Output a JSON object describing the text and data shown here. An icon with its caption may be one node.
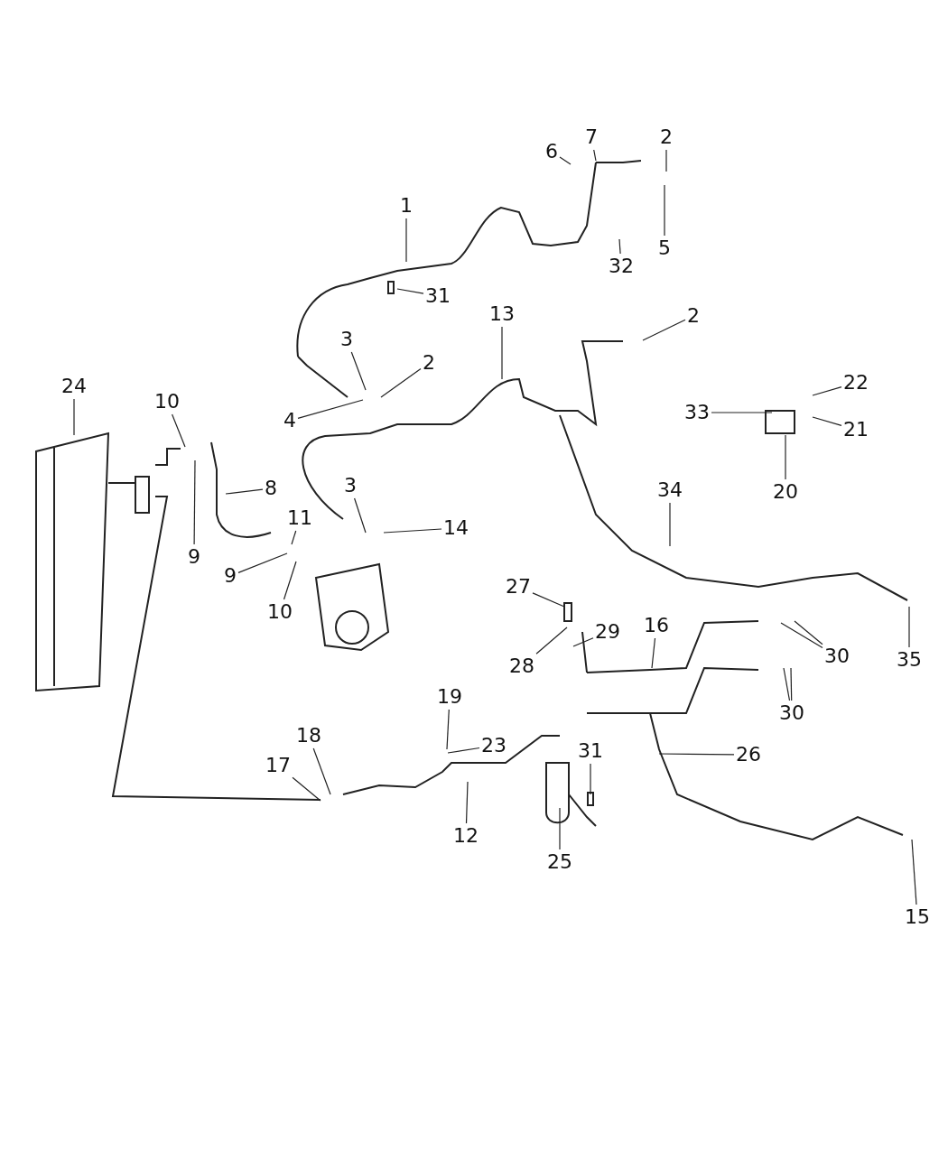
{
  "diagram": {
    "nodes": [
      {
        "text": [
          "7"
        ]
      },
      {
        "text": [
          "6"
        ]
      },
      {
        "text": [
          "2"
        ]
      },
      {
        "text": [
          "1"
        ]
      },
      {
        "text": [
          "5"
        ]
      },
      {
        "text": [
          "32"
        ]
      },
      {
        "text": [
          "31"
        ]
      },
      {
        "text": [
          "13"
        ]
      },
      {
        "text": [
          "2"
        ]
      },
      {
        "text": [
          "3"
        ]
      },
      {
        "text": [
          "2"
        ]
      },
      {
        "text": [
          "24"
        ]
      },
      {
        "text": [
          "22"
        ]
      },
      {
        "text": [
          "10"
        ]
      },
      {
        "text": [
          "4"
        ]
      },
      {
        "text": [
          "33"
        ]
      },
      {
        "text": [
          "21"
        ]
      },
      {
        "text": [
          "8"
        ]
      },
      {
        "text": [
          "20"
        ]
      },
      {
        "text": [
          "34"
        ]
      },
      {
        "text": [
          "3"
        ]
      },
      {
        "text": [
          "14"
        ]
      },
      {
        "text": [
          "11"
        ]
      },
      {
        "text": [
          "9"
        ]
      },
      {
        "text": [
          "9"
        ]
      },
      {
        "text": [
          "10"
        ]
      },
      {
        "text": [
          "27"
        ]
      },
      {
        "text": [
          "29"
        ]
      },
      {
        "text": [
          "16"
        ]
      },
      {
        "text": [
          "30"
        ]
      },
      {
        "text": [
          "28"
        ]
      },
      {
        "text": [
          "35"
        ]
      },
      {
        "text": [
          "19"
        ]
      },
      {
        "text": [
          "30"
        ]
      },
      {
        "text": [
          "23"
        ]
      },
      {
        "text": [
          "18"
        ]
      },
      {
        "text": [
          "31"
        ]
      },
      {
        "text": [
          "26"
        ]
      },
      {
        "text": [
          "17"
        ]
      },
      {
        "text": [
          "12"
        ]
      },
      {
        "text": [
          "25"
        ]
      },
      {
        "text": [
          "15"
        ]
      }
    ],
    "edges": [
      {
        "from": 0,
        "to": null,
        "arrow": "none"
      },
      {
        "from": 1,
        "to": null,
        "arrow": "none"
      },
      {
        "from": 2,
        "to": null,
        "arrow": "none"
      },
      {
        "from": 3,
        "to": null,
        "arrow": "none"
      },
      {
        "from": 4,
        "to": null,
        "arrow": "none"
      },
      {
        "from": 5,
        "to": null,
        "arrow": "none"
      },
      {
        "from": 6,
        "to": null,
        "arrow": "none"
      },
      {
        "from": 7,
        "to": null,
        "arrow": "none"
      },
      {
        "from": 8,
        "to": null,
        "arrow": "none"
      },
      {
        "from": 9,
        "to": null,
        "arrow": "none"
      },
      {
        "from": 10,
        "to": null,
        "arrow": "none"
      },
      {
        "from": 11,
        "to": null,
        "arrow": "none"
      },
      {
        "from": 12,
        "to": null,
        "arrow": "none"
      },
      {
        "from": 13,
        "to": null,
        "arrow": "none"
      },
      {
        "from": 14,
        "to": null,
        "arrow": "none"
      },
      {
        "from": 15,
        "to": null,
        "arrow": "none"
      },
      {
        "from": 16,
        "to": null,
        "arrow": "none"
      },
      {
        "from": 17,
        "to": null,
        "arrow": "none"
      },
      {
        "from": 18,
        "to": null,
        "arrow": "none"
      },
      {
        "from": 19,
        "to": null,
        "arrow": "none"
      },
      {
        "from": 20,
        "to": null,
        "arrow": "none"
      },
      {
        "from": 21,
        "to": null,
        "arrow": "none"
      },
      {
        "from": 22,
        "to": null,
        "arrow": "none"
      },
      {
        "from": 23,
        "to": null,
        "arrow": "none"
      },
      {
        "from": 24,
        "to": null,
        "arrow": "none"
      },
      {
        "from": 25,
        "to": null,
        "arrow": "none"
      },
      {
        "from": 26,
        "to": null,
        "arrow": "none"
      },
      {
        "from": 27,
        "to": null,
        "arrow": "none"
      },
      {
        "from": 28,
        "to": null,
        "arrow": "none"
      },
      {
        "from": 29,
        "to": null,
        "arrow": "none"
      },
      {
        "from": 29,
        "to": null,
        "arrow": "none"
      },
      {
        "from": 30,
        "to": null,
        "arrow": "none"
      },
      {
        "from": 31,
        "to": null,
        "arrow": "none"
      },
      {
        "from": 32,
        "to": null,
        "arrow": "none"
      },
      {
        "from": 33,
        "to": null,
        "arrow": "none"
      },
      {
        "from": 33,
        "to": null,
        "arrow": "none"
      },
      {
        "from": 34,
        "to": null,
        "arrow": "none"
      },
      {
        "from": 35,
        "to": null,
        "arrow": "none"
      },
      {
        "from": 36,
        "to": null,
        "arrow": "none"
      },
      {
        "from": 37,
        "to": null,
        "arrow": "none"
      },
      {
        "from": 38,
        "to": null,
        "arrow": "none"
      },
      {
        "from": 39,
        "to": null,
        "arrow": "none"
      },
      {
        "from": 40,
        "to": null,
        "arrow": "none"
      },
      {
        "from": 41,
        "to": null,
        "arrow": "none"
      }
    ]
  }
}
